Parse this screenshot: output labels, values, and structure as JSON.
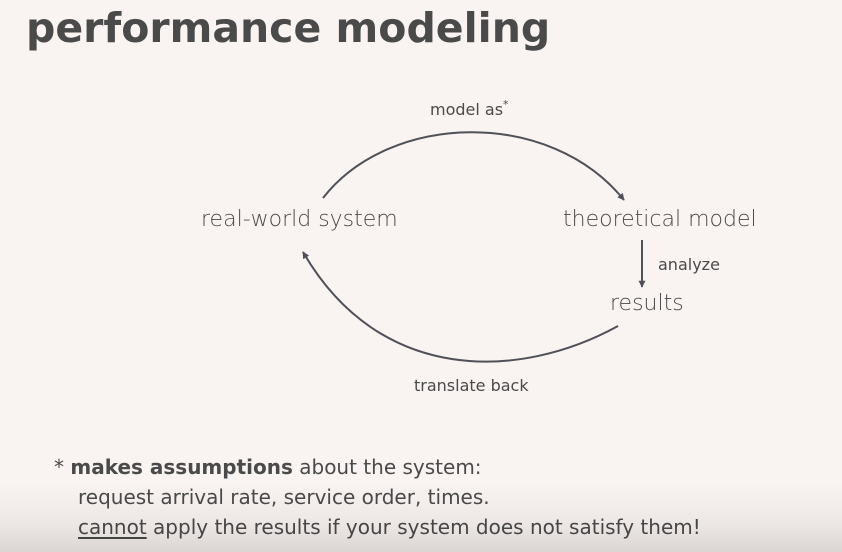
{
  "slide": {
    "title": "performance modeling"
  },
  "diagram": {
    "nodes": {
      "real_world": "real-world system",
      "theoretical": "theoretical model",
      "results": "results"
    },
    "edges": {
      "model_as": "model as",
      "model_as_mark": "*",
      "analyze": "analyze",
      "translate_back": "translate back"
    }
  },
  "footnote": {
    "marker": "* ",
    "bold": "makes assumptions",
    "rest": " about the system:",
    "line2": "request arrival rate, service order, times.",
    "line3_underlined": "cannot",
    "line3_rest": " apply the results if your system does not satisfy them!"
  },
  "colors": {
    "background": "#f9f3f1",
    "text": "#4a4a4a",
    "arrow": "#505058"
  }
}
